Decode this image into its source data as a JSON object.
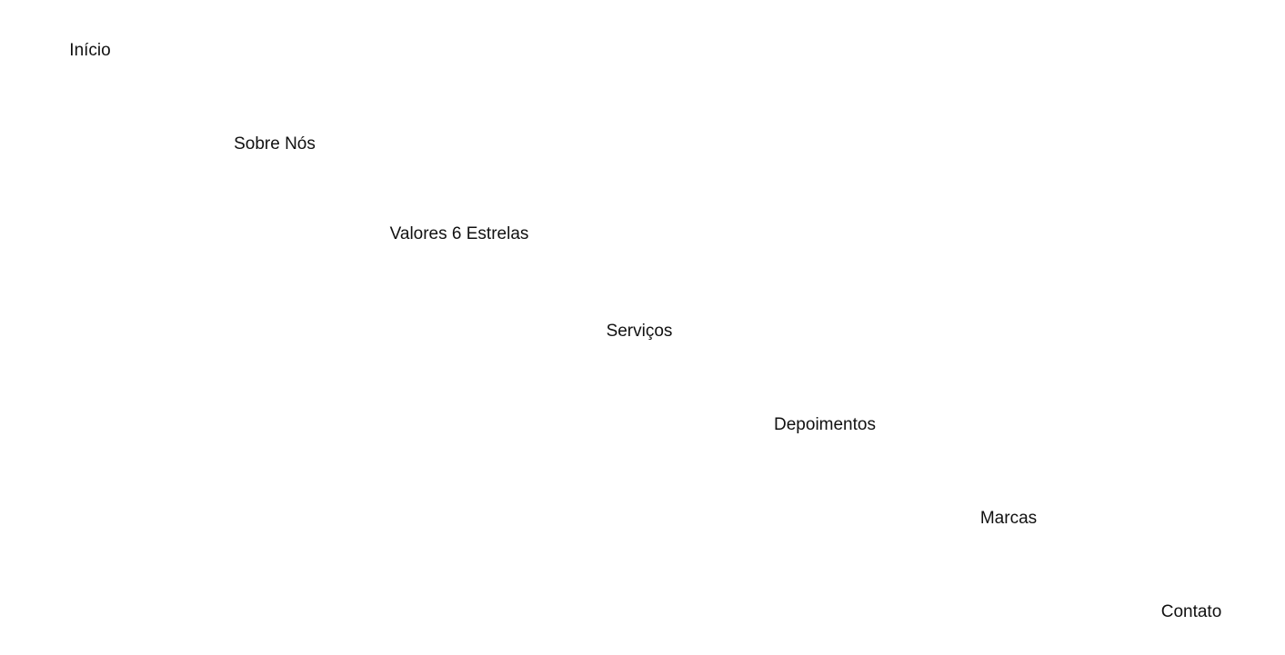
{
  "nav": {
    "items": [
      {
        "label": "Início"
      },
      {
        "label": "Sobre Nós"
      },
      {
        "label": "Valores 6 Estrelas"
      },
      {
        "label": "Serviços"
      },
      {
        "label": "Depoimentos"
      },
      {
        "label": "Marcas"
      },
      {
        "label": "Contato"
      }
    ]
  }
}
